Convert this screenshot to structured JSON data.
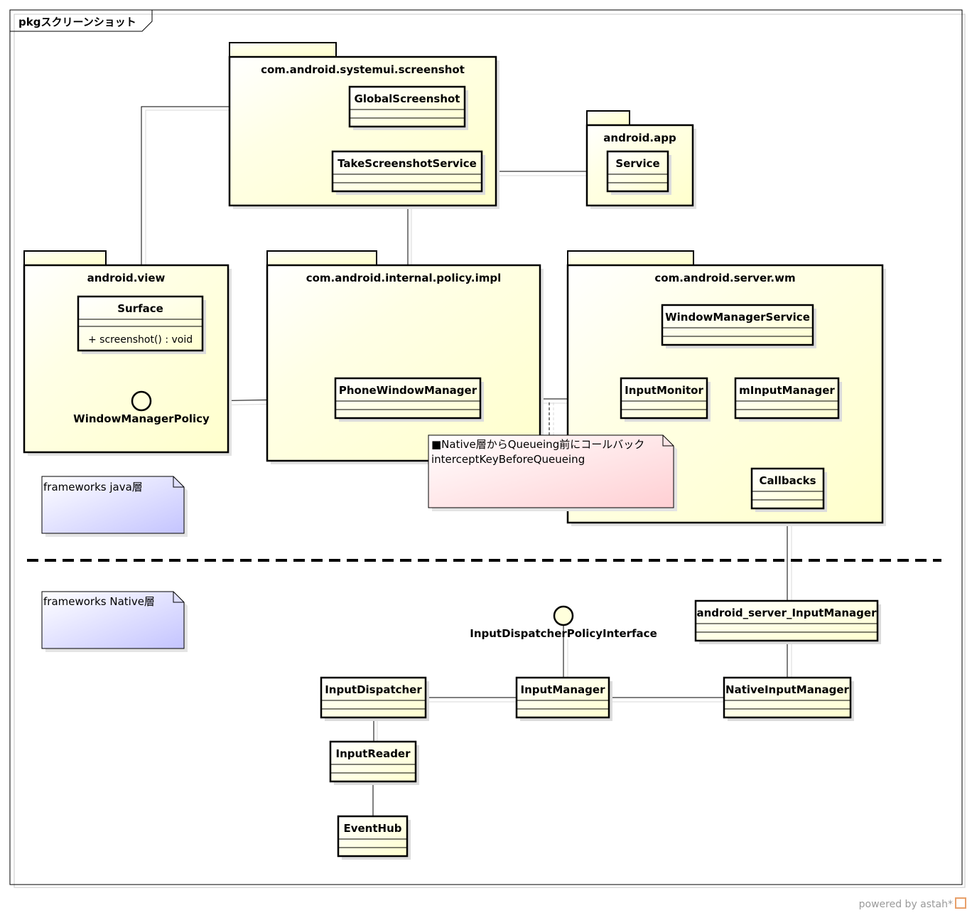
{
  "frame": {
    "label": "pkgスクリーンショット"
  },
  "packages": {
    "systemui": "com.android.systemui.screenshot",
    "app": "android.app",
    "view": "android.view",
    "policy": "com.android.internal.policy.impl",
    "wm": "com.android.server.wm"
  },
  "classes": {
    "global_screenshot": "GlobalScreenshot",
    "take_screenshot_service": "TakeScreenshotService",
    "service": "Service",
    "surface": "Surface",
    "surface_op": "+ screenshot() : void",
    "phone_window_manager": "PhoneWindowManager",
    "window_manager_service": "WindowManagerService",
    "input_monitor": "InputMonitor",
    "m_input_manager": "mInputManager",
    "callbacks": "Callbacks",
    "android_server_input_manager": "android_server_InputManager",
    "input_dispatcher": "InputDispatcher",
    "input_manager": "InputManager",
    "native_input_manager": "NativeInputManager",
    "input_reader": "InputReader",
    "event_hub": "EventHub"
  },
  "interfaces": {
    "window_manager_policy": "WindowManagerPolicy",
    "input_dispatcher_policy": "InputDispatcherPolicyInterface"
  },
  "notes": {
    "native_callback_line1": "■Native層からQueueing前にコールバック",
    "native_callback_line2": "interceptKeyBeforeQueueing",
    "java_layer": "frameworks java層",
    "native_layer": "frameworks Native層"
  },
  "footer": {
    "powered_by": "powered by astah*"
  },
  "colors": {
    "package_fill": "#ffffd9",
    "class_fill": "#ffffdc",
    "note_pink": "#ffd0d4",
    "note_blue": "#c8c8ff"
  }
}
